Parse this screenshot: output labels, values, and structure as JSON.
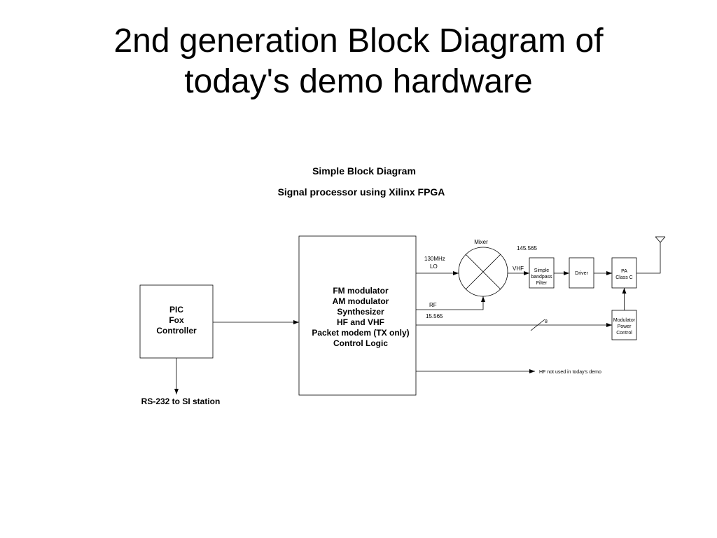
{
  "slide": {
    "title_line1": "2nd generation Block Diagram of",
    "title_line2": "today's demo hardware"
  },
  "diagram": {
    "title": "Simple Block Diagram",
    "subtitle": "Signal processor using Xilinx FPGA",
    "pic_block": {
      "lines": [
        "PIC",
        "Fox",
        "Controller"
      ]
    },
    "fpga_block": {
      "lines": [
        "FM modulator",
        "AM modulator",
        "Synthesizer",
        "HF and VHF",
        "Packet modem (TX only)",
        "Control Logic"
      ]
    },
    "mixer_label": "Mixer",
    "filter_block": {
      "lines": [
        "Simple",
        "bandpass",
        "Filter"
      ]
    },
    "driver_label": "Driver",
    "pa_block": {
      "lines": [
        "PA",
        "Class C"
      ]
    },
    "modulator_block": {
      "lines": [
        "Modulator",
        "Power",
        "Control"
      ]
    },
    "labels": {
      "lo_freq": "130MHz",
      "lo": "LO",
      "rf": "RF",
      "rf_freq": "15.565",
      "vhf": "VHF",
      "vhf_freq": "145.565",
      "bus_width": "8",
      "hf_note": "HF not used in today's demo",
      "rs232": "RS-232 to SI station"
    }
  }
}
